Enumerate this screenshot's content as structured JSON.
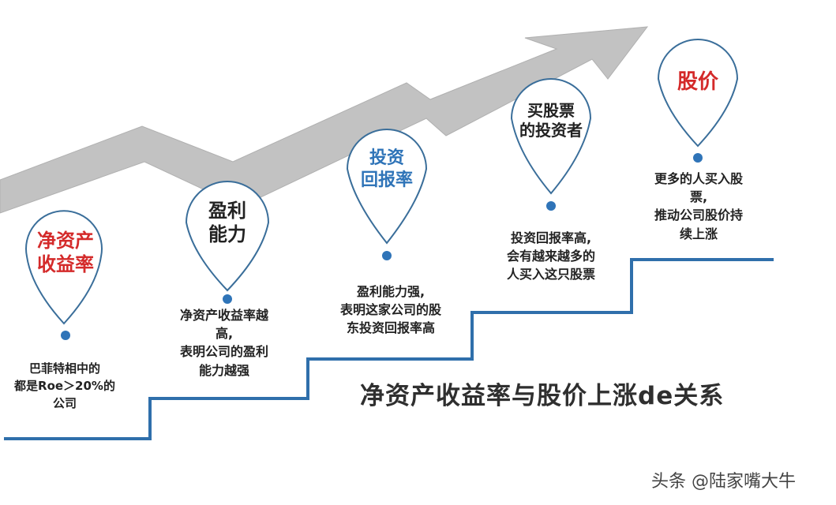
{
  "pins": [
    {
      "id": "roe",
      "lines": [
        "净资产",
        "收益率"
      ]
    },
    {
      "id": "profit",
      "lines": [
        "盈利",
        "能力"
      ]
    },
    {
      "id": "return",
      "lines": [
        "投资",
        "回报率"
      ]
    },
    {
      "id": "investors",
      "lines": [
        "买股票",
        "的投资者"
      ]
    },
    {
      "id": "price",
      "lines": [
        "股价"
      ]
    }
  ],
  "descriptions": [
    {
      "id": "roe",
      "lines": [
        "巴菲特相中的",
        "都是Roe＞20%的",
        "公司"
      ]
    },
    {
      "id": "profit",
      "lines": [
        "净资产收益率越",
        "高,",
        "表明公司的盈利",
        "能力越强"
      ]
    },
    {
      "id": "return",
      "lines": [
        "盈利能力强,",
        "表明这家公司的股",
        "东投资回报率高"
      ]
    },
    {
      "id": "investors",
      "lines": [
        "投资回报率高,",
        "会有越来越多的",
        "人买入这只股票"
      ]
    },
    {
      "id": "price",
      "lines": [
        "更多的人买入股",
        "票,",
        "推动公司股价持",
        "续上涨"
      ]
    }
  ],
  "title": "净资产收益率与股价上涨de关系",
  "watermark": "头条 @陆家嘴大牛",
  "colors": {
    "arrow": "#c2c2c2",
    "stairs": "#2f6fab",
    "pin_outline": "#3a6e9a",
    "dot": "#2f74b8",
    "label_red": "#d42a2a",
    "label_dark": "#222222",
    "label_blue": "#2f74b8"
  }
}
